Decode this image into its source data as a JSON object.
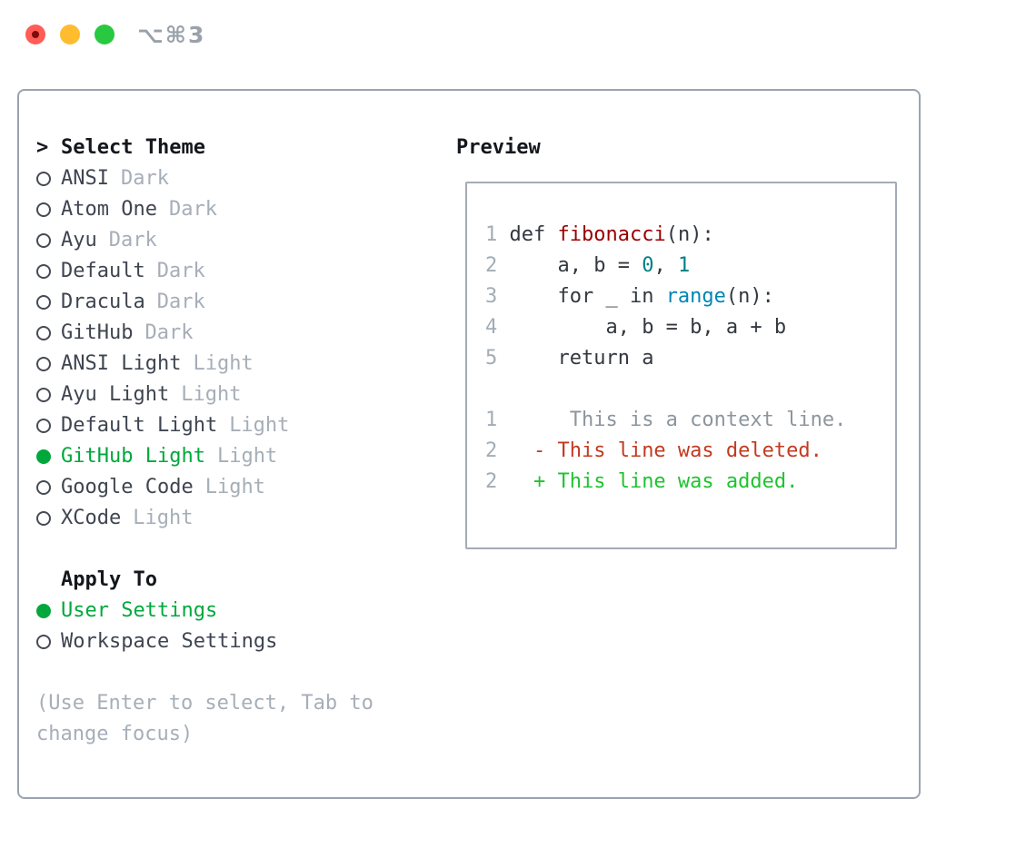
{
  "window": {
    "shortcut_label": "⌥⌘3"
  },
  "icons": {
    "traffic_lights": [
      "close-icon",
      "minimize-icon",
      "zoom-icon"
    ],
    "radio_unselected": "circle-outline",
    "radio_selected": "circle-filled-green"
  },
  "theme_picker": {
    "cursor": ">",
    "title": "Select Theme",
    "items": [
      {
        "name": "ANSI",
        "tag": "Dark",
        "selected": false
      },
      {
        "name": "Atom One",
        "tag": "Dark",
        "selected": false
      },
      {
        "name": "Ayu",
        "tag": "Dark",
        "selected": false
      },
      {
        "name": "Default",
        "tag": "Dark",
        "selected": false
      },
      {
        "name": "Dracula",
        "tag": "Dark",
        "selected": false
      },
      {
        "name": "GitHub",
        "tag": "Dark",
        "selected": false
      },
      {
        "name": "ANSI Light",
        "tag": "Light",
        "selected": false
      },
      {
        "name": "Ayu Light",
        "tag": "Light",
        "selected": false
      },
      {
        "name": "Default Light",
        "tag": "Light",
        "selected": false
      },
      {
        "name": "GitHub Light",
        "tag": "Light",
        "selected": true
      },
      {
        "name": "Google Code",
        "tag": "Light",
        "selected": false
      },
      {
        "name": "XCode",
        "tag": "Light",
        "selected": false
      }
    ],
    "apply_to": {
      "title": "Apply To",
      "options": [
        {
          "label": "User Settings",
          "selected": true
        },
        {
          "label": "Workspace Settings",
          "selected": false
        }
      ]
    },
    "hint_line1": "(Use Enter to select, Tab to",
    "hint_line2": "change focus)"
  },
  "preview": {
    "title": "Preview",
    "code": [
      {
        "ln": "1",
        "t0": " def ",
        "t1": "fibonacci",
        "t2": "(n):"
      },
      {
        "ln": "2",
        "t0": "     a, b = ",
        "t1": "0",
        "t2": ", ",
        "t3": "1"
      },
      {
        "ln": "3",
        "t0": "     for _ in ",
        "t1": "range",
        "t2": "(n):"
      },
      {
        "ln": "4",
        "t0": "         a, b = b, a + b"
      },
      {
        "ln": "5",
        "t0": "     return a"
      }
    ],
    "diff": [
      {
        "ln": "1",
        "text": "      This is a context line.",
        "kind": "context"
      },
      {
        "ln": "2",
        "text": "   - This line was deleted.",
        "kind": "deleted"
      },
      {
        "ln": "2",
        "text": "   + This line was added.",
        "kind": "added"
      }
    ]
  },
  "colors": {
    "selection_green": "#00a83c",
    "added_green": "#1fc330",
    "deleted_red": "#c23a21",
    "context_gray": "#8d959d",
    "function_red": "#990000",
    "number_teal": "#008080",
    "builtin_blue": "#0086b3",
    "dim_gray": "#a6aeb8",
    "panel_border": "#9aa3af",
    "traffic_red": "#ff5d55",
    "traffic_yellow": "#febc2e",
    "traffic_green": "#28c840"
  }
}
